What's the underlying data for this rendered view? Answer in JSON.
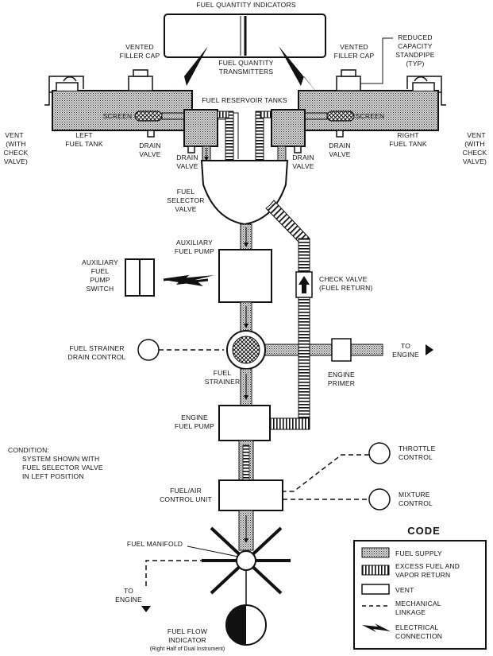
{
  "labels": {
    "fuel_quantity_indicators": "FUEL QUANTITY INDICATORS",
    "fuel_quantity_transmitters": [
      "FUEL QUANTITY",
      "TRANSMITTERS"
    ],
    "vented_filler_cap_left": [
      "VENTED",
      "FILLER CAP"
    ],
    "vented_filler_cap_right": [
      "VENTED",
      "FILLER CAP"
    ],
    "reduced_capacity_standpipe": [
      "REDUCED",
      "CAPACITY",
      "STANDPIPE",
      "(TYP)"
    ],
    "fuel_reservoir_tanks": "FUEL  RESERVOIR TANKS",
    "screen_left": "SCREEN",
    "screen_right": "SCREEN",
    "vent_left": [
      "VENT",
      "(WITH",
      "CHECK",
      "VALVE)"
    ],
    "vent_right": [
      "VENT",
      "(WITH",
      "CHECK",
      "VALVE)"
    ],
    "left_fuel_tank": [
      "LEFT",
      "FUEL TANK"
    ],
    "right_fuel_tank": [
      "RIGHT",
      "FUEL TANK"
    ],
    "drain_valve_1": [
      "DRAIN",
      "VALVE"
    ],
    "drain_valve_2": [
      "DRAIN",
      "VALVE"
    ],
    "drain_valve_3": [
      "DRAIN",
      "VALVE"
    ],
    "drain_valve_4": [
      "DRAIN",
      "VALVE"
    ],
    "fuel_selector_valve": [
      "FUEL",
      "SELECTOR",
      "VALVE"
    ],
    "auxiliary_fuel_pump": [
      "AUXILIARY",
      "FUEL PUMP"
    ],
    "auxiliary_fuel_pump_switch": [
      "AUXILIARY",
      "FUEL",
      "PUMP",
      "SWITCH"
    ],
    "check_valve": [
      "CHECK VALVE",
      "(FUEL RETURN)"
    ],
    "fuel_strainer_drain_control": [
      "FUEL STRAINER",
      "DRAIN CONTROL"
    ],
    "fuel_strainer": [
      "FUEL",
      "STRAINER"
    ],
    "to_engine_right": [
      "TO",
      "ENGINE"
    ],
    "engine_primer": [
      "ENGINE",
      "PRIMER"
    ],
    "engine_fuel_pump": [
      "ENGINE",
      "FUEL PUMP"
    ],
    "condition": [
      "CONDITION:",
      "SYSTEM SHOWN WITH",
      "FUEL SELECTOR VALVE",
      "IN LEFT POSITION"
    ],
    "throttle_control": [
      "THROTTLE",
      "CONTROL"
    ],
    "mixture_control": [
      "MIXTURE",
      "CONTROL"
    ],
    "fuel_air_control_unit": [
      "FUEL/AIR",
      "CONTROL UNIT"
    ],
    "fuel_manifold": "FUEL MANIFOLD",
    "to_engine_bottom": [
      "TO",
      "ENGINE"
    ],
    "fuel_flow_indicator": [
      "FUEL FLOW",
      "INDICATOR",
      "(Right Half of Dual Instrument)"
    ]
  },
  "code": {
    "title": "CODE",
    "items": [
      {
        "key": "fuel-supply",
        "text": [
          "FUEL SUPPLY"
        ]
      },
      {
        "key": "excess-fuel",
        "text": [
          "EXCESS FUEL AND",
          "VAPOR RETURN"
        ]
      },
      {
        "key": "vent",
        "text": [
          "VENT"
        ]
      },
      {
        "key": "mechanical-linkage",
        "text": [
          "MECHANICAL",
          "LINKAGE"
        ]
      },
      {
        "key": "electrical-connection",
        "text": [
          "ELECTRICAL",
          "CONNECTION"
        ]
      }
    ]
  }
}
